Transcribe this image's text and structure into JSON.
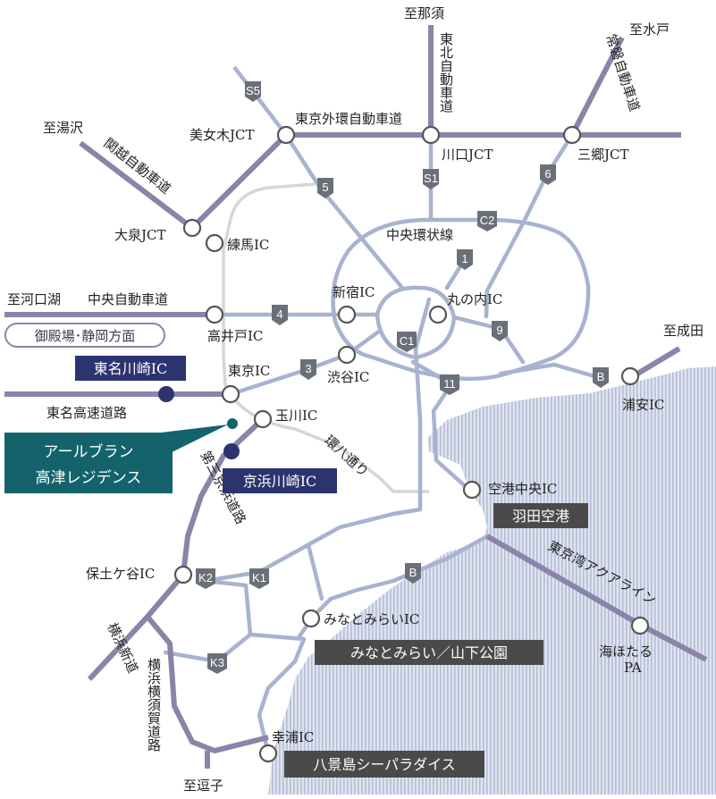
{
  "colors": {
    "expressway": "#8a84a8",
    "urban": "#a7b3cf",
    "ring8": "#d6d6d6",
    "sea": "#c4cde0",
    "shield": "#6a6f78",
    "navy": "#2c3470",
    "teal": "#14636c",
    "dark_box": "#4a4a4a"
  },
  "directions": {
    "nasu": "至那須",
    "mito": "至水戸",
    "yuzawa": "至湯沢",
    "kawaguchiko": "至河口湖",
    "narita": "至成田",
    "zushi": "至逗子"
  },
  "roads": {
    "tohoku": "東北自動車道",
    "joban": "常磐自動車道",
    "kanetsu": "関越自動車道",
    "gaikan": "東京外環自動車道",
    "chuo": "中央自動車道",
    "central_ring": "中央環状線",
    "tomei": "東名高速道路",
    "daisan_keihin": "第三京浜道路",
    "kanpachi": "環八通り",
    "aqualine": "東京湾アクアライン",
    "yokohama_shindo": "横浜新道",
    "yokohama_yokosuka": "横浜横須賀道路"
  },
  "places": {
    "bijogi_jct": "美女木JCT",
    "kawaguchi_jct": "川口JCT",
    "misato_jct": "三郷JCT",
    "oizumi_jct": "大泉JCT",
    "nerima_ic": "練馬IC",
    "shinjuku_ic": "新宿IC",
    "marunouchi_ic": "丸の内IC",
    "takaido_ic": "高井戸IC",
    "shibuya_ic": "渋谷IC",
    "tokyo_ic": "東京IC",
    "tamagawa_ic": "玉川IC",
    "urayasu_ic": "浦安IC",
    "airport_central_ic": "空港中央IC",
    "hodogaya_ic": "保土ケ谷IC",
    "minatomirai_ic": "みなとみらいIC",
    "umihotaru": "海ほたる",
    "pa": "PA",
    "sachiura_ic": "幸浦IC"
  },
  "boxes": {
    "gotemba": "御殿場･静岡方面",
    "tomei_kawasaki": "東名川崎IC",
    "keihin_kawasaki": "京浜川崎IC",
    "haneda": "羽田空港",
    "minatomirai_yamashita": "みなとみらい／山下公園",
    "hakkeijima": "八景島シーパラダイス"
  },
  "destination": {
    "line1": "アールブラン",
    "line2": "高津レジデンス"
  },
  "shields": {
    "s5": "S5",
    "s1": "S1",
    "r5": "5",
    "r6": "6",
    "c2": "C2",
    "r1": "1",
    "r4": "4",
    "r9": "9",
    "c1": "C1",
    "r3": "3",
    "r11": "11",
    "b_east": "B",
    "b_bay": "B",
    "k1": "K1",
    "k2": "K2",
    "k3": "K3"
  }
}
